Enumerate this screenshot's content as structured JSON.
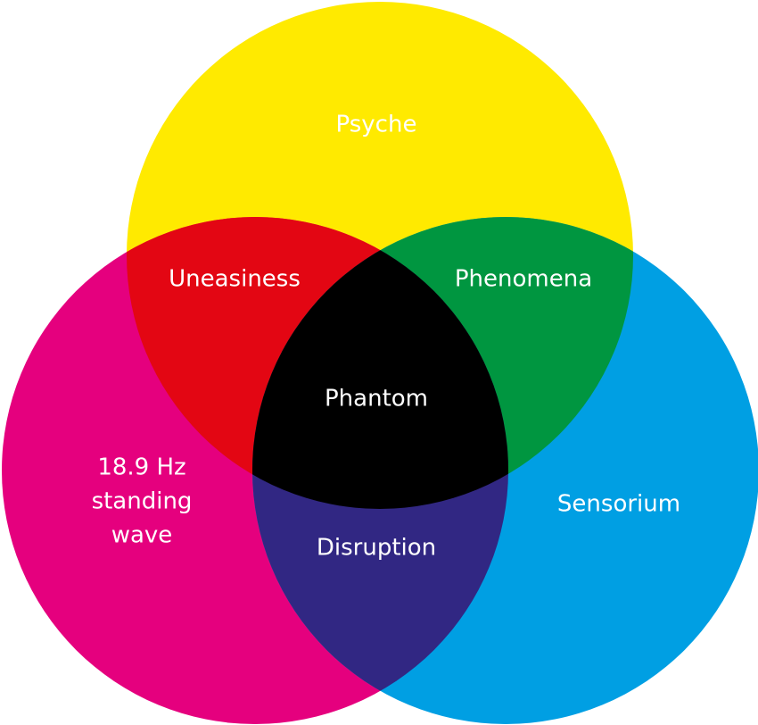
{
  "diagram": {
    "type": "venn-3",
    "sets": {
      "top": {
        "label": "Psyche",
        "color": "#FFEA00"
      },
      "left": {
        "label_lines": [
          "18.9 Hz",
          "standing",
          "wave"
        ],
        "color": "#E5007E"
      },
      "right": {
        "label": "Sensorium",
        "color": "#009FE3"
      }
    },
    "intersections": {
      "top_left": {
        "label": "Uneasiness",
        "color": "#E30613"
      },
      "top_right": {
        "label": "Phenomena",
        "color": "#009640"
      },
      "left_right": {
        "label": "Disruption",
        "color": "#312783"
      },
      "center": {
        "label": "Phantom",
        "color": "#000000"
      }
    }
  }
}
